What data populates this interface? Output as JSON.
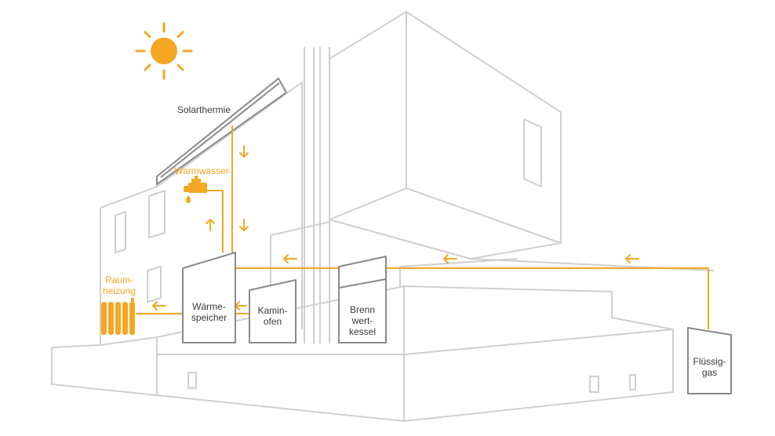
{
  "colors": {
    "accent": "#f5a623",
    "line": "#cfcfcf",
    "box": "#8a8a8a",
    "text": "#3a3a3a"
  },
  "icons": [
    "sun-icon",
    "faucet-icon",
    "radiator-icon",
    "arrow-icon"
  ],
  "labels": {
    "solar": "Solarthermie",
    "warmwasser": "Warmwasser",
    "raumheizung": "Raum-\nheizung",
    "waermespeicher": "Wärme-\nspeicher",
    "kaminofen": "Kamin-\nofen",
    "brennwertkessel": "Brenn\nwert-\nkessel",
    "fluessiggas": "Flüssig-\ngas"
  }
}
